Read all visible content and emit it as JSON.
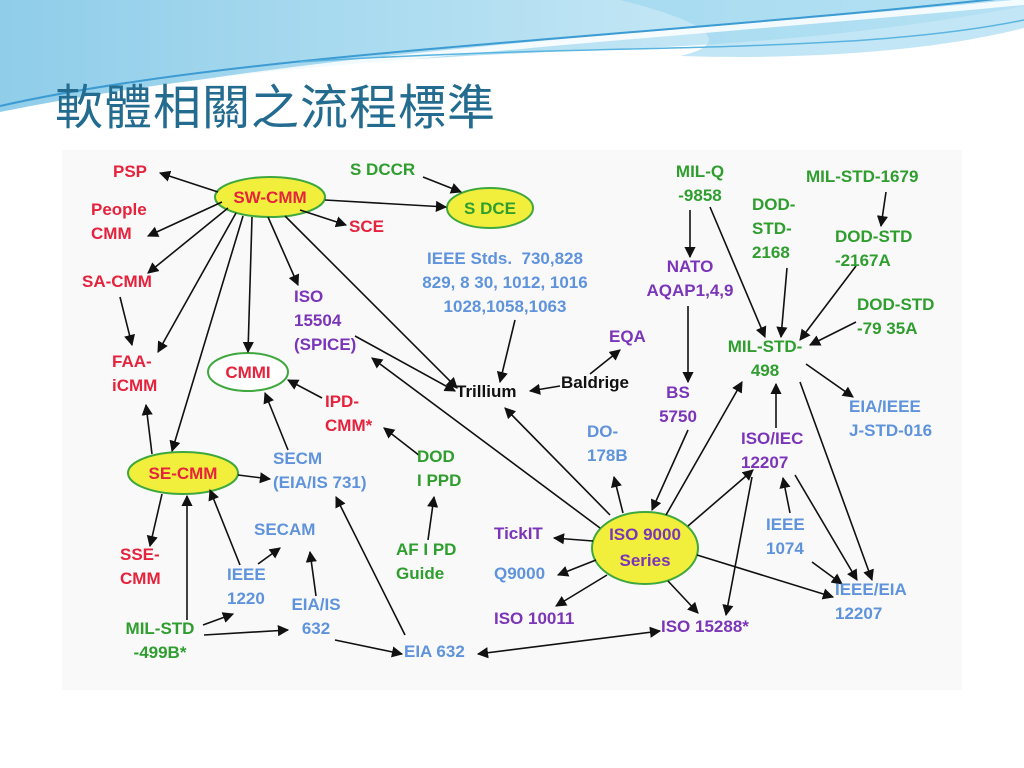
{
  "slide": {
    "title": "軟體相關之流程標準"
  },
  "colors": {
    "red": "#e5233d",
    "green": "#2f9e2f",
    "blue": "#5f93dc",
    "purple": "#7b35b8",
    "black": "#111111",
    "title": "#246c8f",
    "ellipse_yellow": "#f2ef3c",
    "ellipse_border": "#3ea83e",
    "ellipse_white": "#ffffff",
    "arrow": "#111111"
  },
  "nodes": {
    "psp": "PSP",
    "sw_cmm": "SW-CMM",
    "people_cmm": "People\nCMM",
    "sa_cmm": "SA-CMM",
    "faa_icmm": "FAA-\niCMM",
    "se_cmm": "SE-CMM",
    "sse_cmm": "SSE-\nCMM",
    "sce": "SCE",
    "cmmi": "CMMI",
    "ipd_cmm": "IPD-\nCMM*",
    "sdccr": "S DCCR",
    "sdce": "S DCE",
    "mil_q_9858": "MIL-Q\n-9858",
    "mil_std_1679": "MIL-STD-1679",
    "dod_std_2168": "DOD-\nSTD-\n2168",
    "dod_std_2167a": "DOD-STD\n-2167A",
    "dod_std_7935a": "DOD-STD\n-79 35A",
    "mil_std_498": "MIL-STD-\n498",
    "dod_ippd": "DOD\nI PPD",
    "af_ipd_guide": "AF I PD\nGuide",
    "mil_std_499b": "MIL-STD\n-499B*",
    "ieee_stds": "IEEE Stds.  730,828\n829, 8 30, 1012, 1016\n1028,1058,1063",
    "eia_ieee_j_std_016": "EIA/IEEE\nJ-STD-016",
    "do_178b": "DO-\n178B",
    "secm": "SECM\n(EIA/IS 731)",
    "secam": "SECAM",
    "ieee_1220": "IEEE\n1220",
    "eia_is_632": "EIA/IS\n632",
    "eia_632": "EIA 632",
    "q9000": "Q9000",
    "ieee_1074": "IEEE\n1074",
    "ieee_eia_12207": "IEEE/EIA\n12207",
    "iso_15504": "ISO\n15504\n(SPICE)",
    "nato_aqap": "NATO\nAQAP1,4,9",
    "eqa": "EQA",
    "bs_5750": "BS\n5750",
    "iso_iec_12207": "ISO/IEC\n12207",
    "tickit": "TickIT",
    "iso_10011": "ISO 10011",
    "iso_15288": "ISO 15288*",
    "iso_9000": "ISO 9000\nSeries",
    "trillium": "Trillium",
    "baldrige": "Baldrige"
  }
}
